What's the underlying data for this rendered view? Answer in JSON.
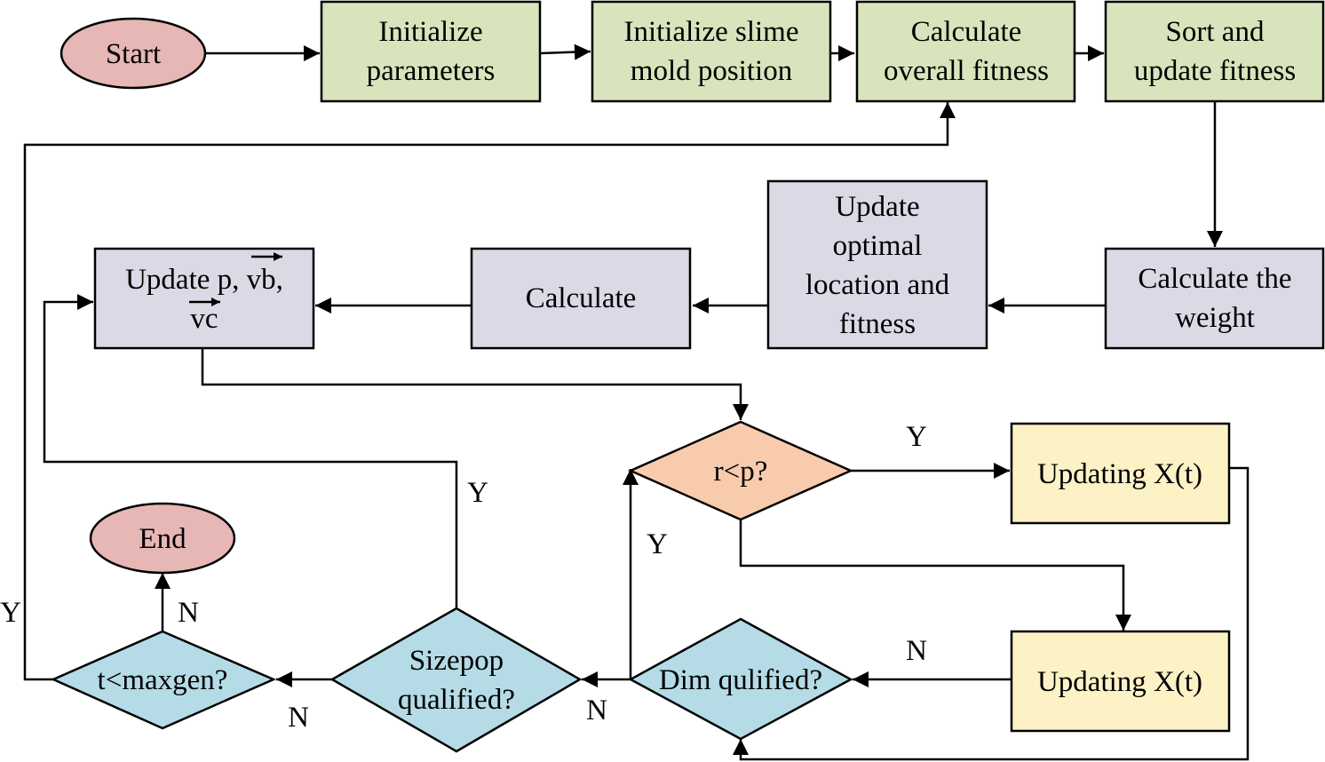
{
  "nodes": {
    "start": "Start",
    "init_params": [
      "Initialize",
      "parameters"
    ],
    "init_slime": [
      "Initialize slime",
      "mold position"
    ],
    "calc_fitness": [
      "Calculate",
      "overall fitness"
    ],
    "sort_fitness": [
      "Sort and",
      "update fitness"
    ],
    "calc_weight": [
      "Calculate the",
      "weight"
    ],
    "update_optimal": [
      "Update",
      "optimal",
      "location and",
      "fitness"
    ],
    "calculate": "Calculate",
    "update_p": [
      "Update p, vb,",
      "vc"
    ],
    "r_lt_p": "r<p?",
    "updating_x1": "Updating X(t)",
    "updating_x2": "Updating X(t)",
    "dim_qualified": "Dim qulified?",
    "sizepop_qualified": [
      "Sizepop",
      "qualified?"
    ],
    "t_maxgen": "t<maxgen?",
    "end": "End"
  },
  "edge_labels": {
    "r_yes": "Y",
    "r_no": "N",
    "dim_yes": "Y",
    "dim_no": "N",
    "sizepop_yes": "Y",
    "sizepop_no": "N",
    "maxgen_yes": "Y",
    "maxgen_no": "N"
  }
}
